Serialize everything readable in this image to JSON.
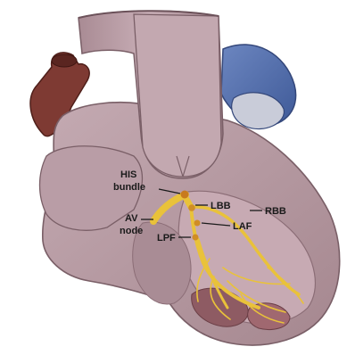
{
  "labels": {
    "his_line1": "HIS",
    "his_line2": "bundle",
    "av_line1": "AV",
    "av_line2": "node",
    "lbb": "LBB",
    "laf": "LAF",
    "lpf": "LPF",
    "rbb": "RBB"
  },
  "colors": {
    "tissue": "#b69aa3",
    "tissue_shadow": "#9c7f88",
    "tissue_light": "#cdb4bb",
    "aorta": "#7e3a33",
    "pulmonary": "#4d6aa8",
    "conduction": "#e9c23a",
    "node": "#c87a1e"
  }
}
